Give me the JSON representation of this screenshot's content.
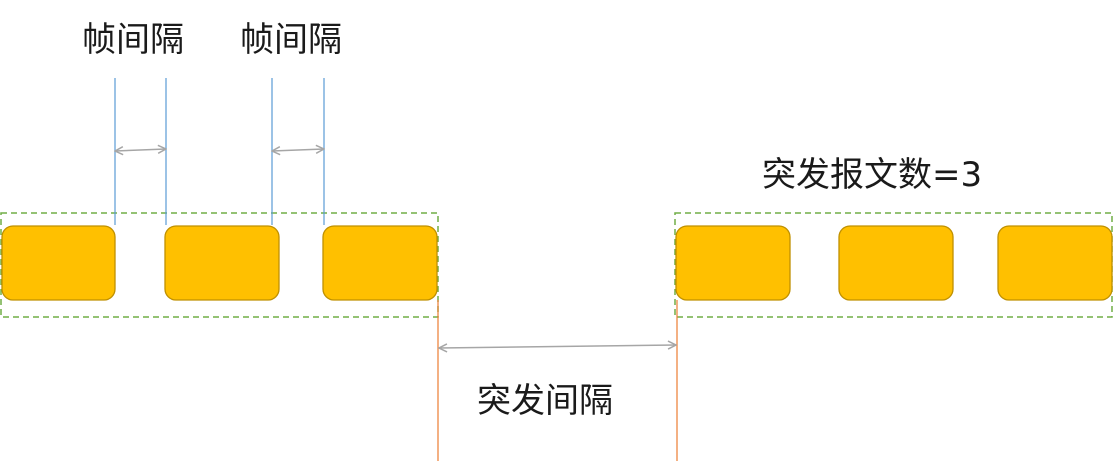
{
  "labels": {
    "frame_gap_1": "帧间隔",
    "frame_gap_2": "帧间隔",
    "burst_count": "突发报文数=3",
    "burst_gap": "突发间隔"
  },
  "colors": {
    "frame_fill": "#FFC000",
    "frame_stroke": "#BF9000",
    "group_border": "#70AD47",
    "frame_gap_line": "#5B9BD5",
    "burst_gap_line": "#ED7D31",
    "arrow": "#A6A6A6",
    "text": "#1a1a1a"
  },
  "bursts": [
    {
      "frames": 3
    },
    {
      "frames": 3
    }
  ]
}
